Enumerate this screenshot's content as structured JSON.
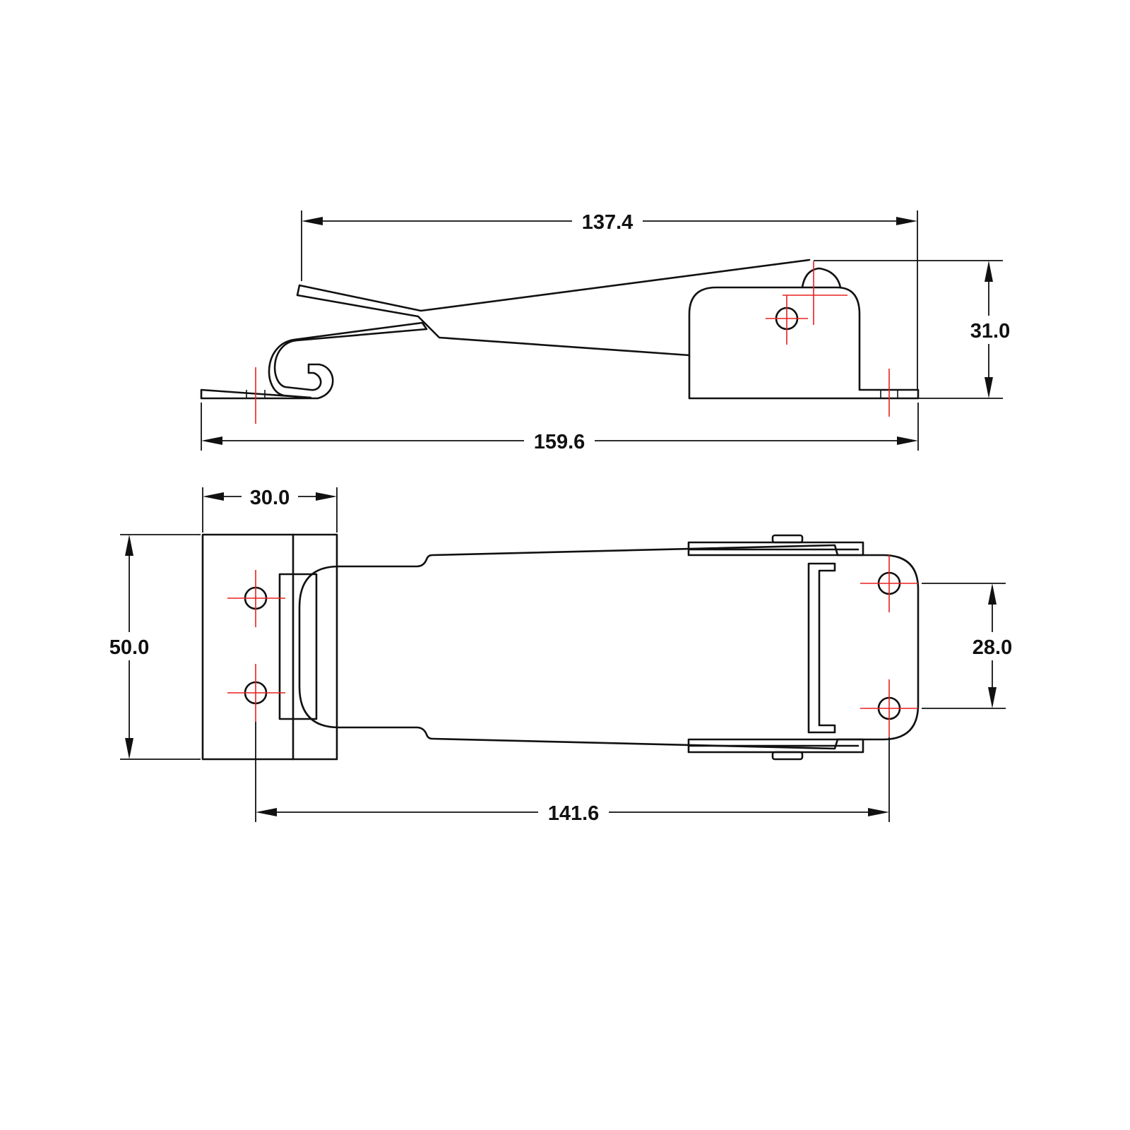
{
  "colors": {
    "outline": "#111111",
    "centerline": "#e8201e",
    "background": "#ffffff"
  },
  "dimensions": {
    "top_length": "137.4",
    "overall_length": "159.6",
    "height": "31.0",
    "base_width": "30.0",
    "overall_width": "50.0",
    "hole_spacing": "28.0",
    "hole_centers": "141.6"
  }
}
